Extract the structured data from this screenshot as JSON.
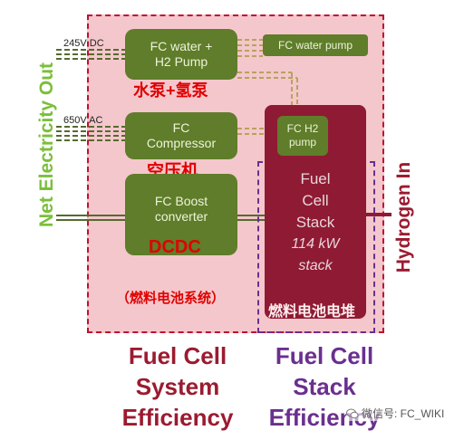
{
  "side_labels": {
    "left": "Net Electricity Out",
    "right": "Hydrogen In"
  },
  "voltages": {
    "dc": "245V DC",
    "ac": "650V AC"
  },
  "components": {
    "water_h2_pump": {
      "line1": "FC water +",
      "line2": "H2 Pump",
      "cn": "水泵+氢泵"
    },
    "water_pump": {
      "label": "FC water pump"
    },
    "compressor": {
      "line1": "FC",
      "line2": "Compressor",
      "cn": "空压机"
    },
    "boost": {
      "line1": "FC Boost",
      "line2": "converter",
      "cn": "DCDC"
    },
    "h2_pump": {
      "line1": "FC H2",
      "line2": "pump"
    },
    "stack": {
      "line1": "Fuel",
      "line2": "Cell",
      "line3": "Stack",
      "power": "114 kW",
      "unit": "stack",
      "cn": "燃料电池电堆"
    }
  },
  "system_cn": "（燃料电池系统）",
  "bottom_labels": {
    "system": {
      "line1": "Fuel Cell",
      "line2": "System",
      "line3": "Efficiency"
    },
    "stack": {
      "line1": "Fuel Cell",
      "line2": "Stack",
      "line3": "Efficiency"
    }
  },
  "watermark": "微信号: FC_WIKI",
  "colors": {
    "system_fill": "#f4c7cc",
    "system_border": "#c0102f",
    "stack_border": "#6a2f8f",
    "component_green": "#5f7d2a",
    "stack_red": "#8f1a34",
    "label_green": "#7bbf3a",
    "label_red": "#e00000"
  }
}
